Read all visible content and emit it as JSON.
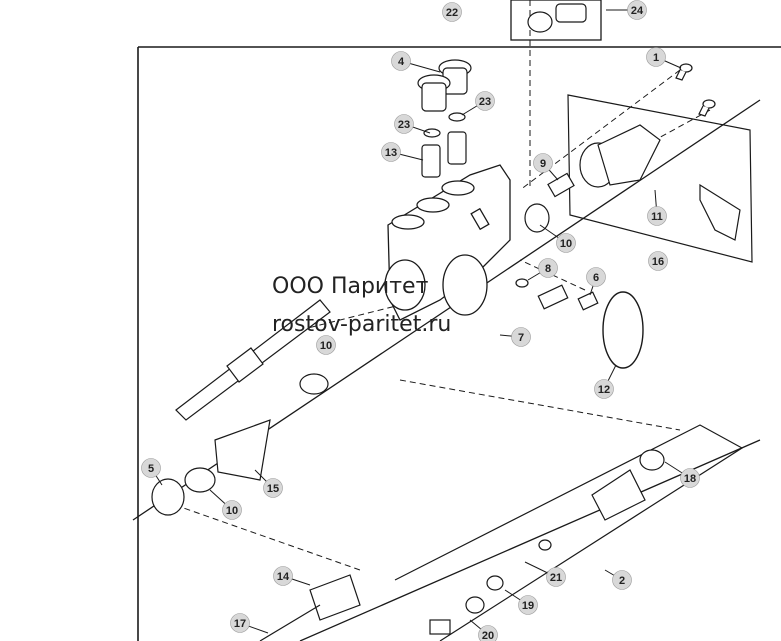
{
  "callouts": [
    "22",
    "24",
    "4",
    "23",
    "23",
    "13",
    "1",
    "9",
    "10",
    "11",
    "16",
    "8",
    "6",
    "7",
    "10",
    "12",
    "5",
    "10",
    "15",
    "18",
    "14",
    "21",
    "2",
    "19",
    "17",
    "20"
  ],
  "watermark": {
    "line1": "ООО Паритет",
    "line2": "rostov-paritet.ru"
  },
  "colors": {
    "line": "#1a1a1a",
    "bubble": "#d8d8d8"
  }
}
